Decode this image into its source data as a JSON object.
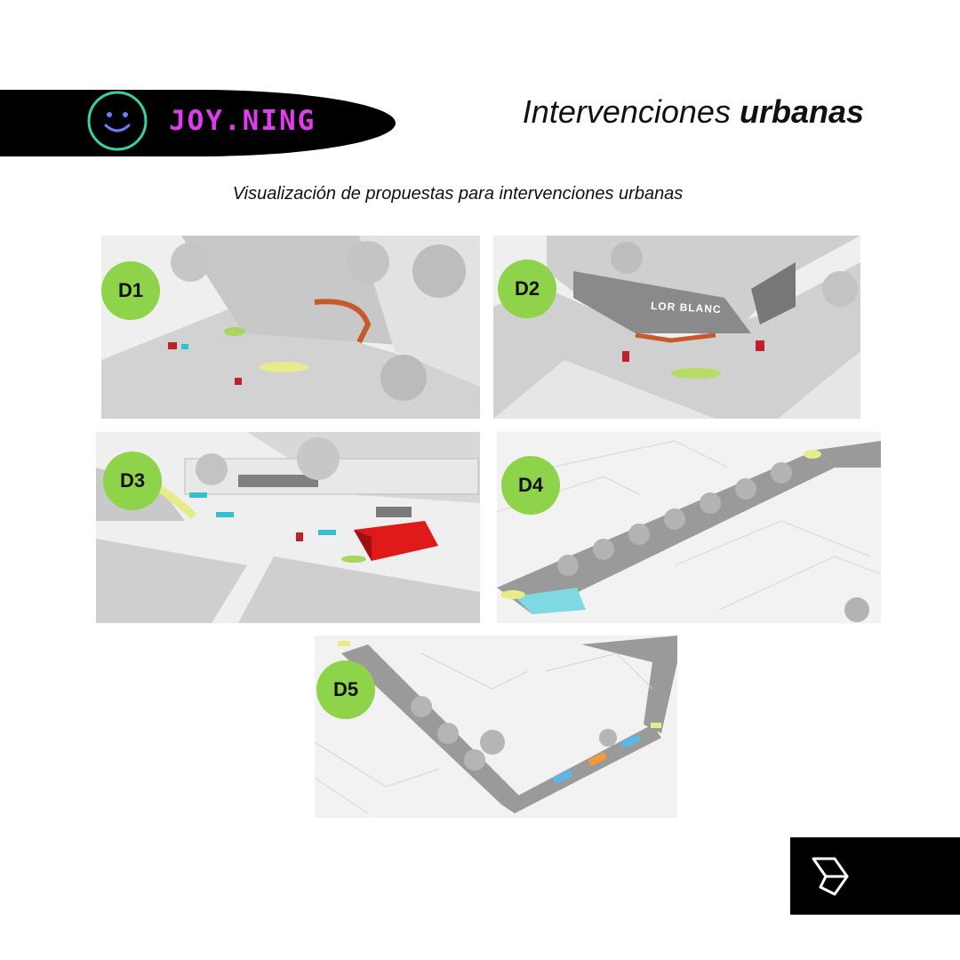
{
  "header": {
    "brand": "JOY.NING",
    "title_regular": "Intervenciones ",
    "title_bold": "urbanas"
  },
  "subtitle": "Visualización de propuestas para intervenciones urbanas",
  "panels": [
    {
      "label": "D1"
    },
    {
      "label": "D2",
      "sign_text": "LOR BLANC"
    },
    {
      "label": "D3"
    },
    {
      "label": "D4"
    },
    {
      "label": "D5"
    }
  ],
  "colors": {
    "badge": "#8fd34a",
    "brand": "#e13bf0",
    "smiley_ring": "#3bd0a0",
    "smiley_face": "#6b7cff"
  }
}
